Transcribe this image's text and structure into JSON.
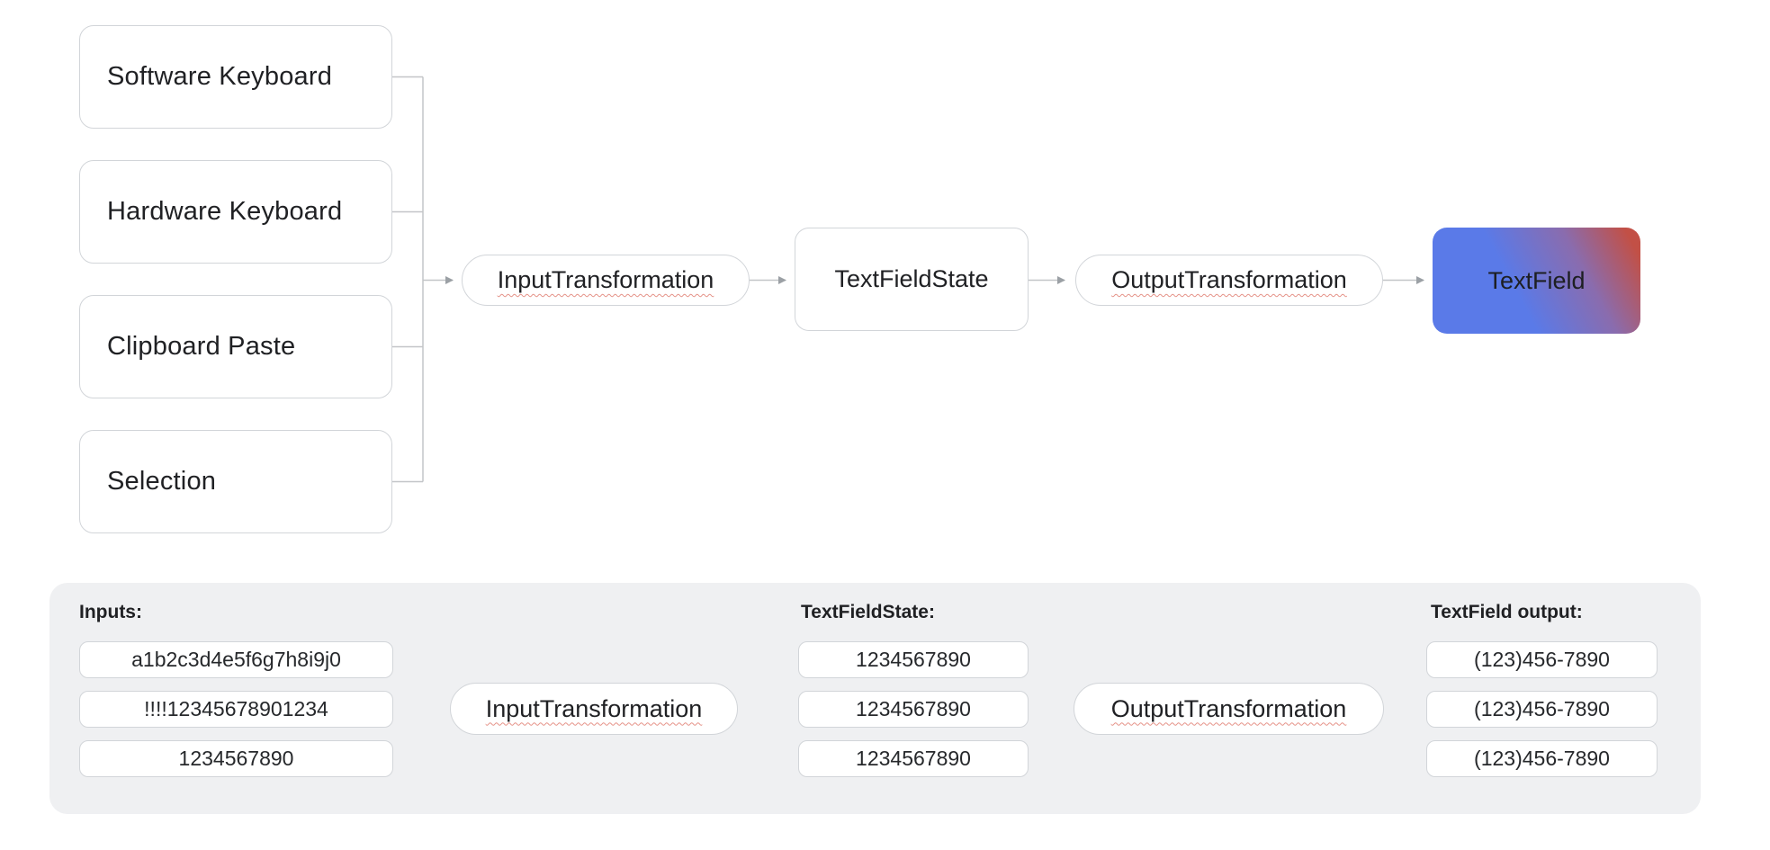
{
  "flow": {
    "sources": [
      "Software Keyboard",
      "Hardware Keyboard",
      "Clipboard Paste",
      "Selection"
    ],
    "input_transformation": "InputTransformation",
    "text_field_state": "TextFieldState",
    "output_transformation": "OutputTransformation",
    "text_field": "TextField"
  },
  "example": {
    "inputs_label": "Inputs:",
    "inputs": [
      "a1b2c3d4e5f6g7h8i9j0",
      "!!!!12345678901234",
      "1234567890"
    ],
    "input_transformation": "InputTransformation",
    "state_label": "TextFieldState:",
    "states": [
      "1234567890",
      "1234567890",
      "1234567890"
    ],
    "output_transformation": "OutputTransformation",
    "output_label": "TextField output:",
    "outputs": [
      "(123)456-7890",
      "(123)456-7890",
      "(123)456-7890"
    ]
  },
  "colors": {
    "panel_background": "#eff0f2",
    "node_border": "#d2d5d9",
    "connector_line": "#c3c5c8",
    "arrowhead": "#9ba0a5",
    "squiggle_underline": "#e59288",
    "text": "#202124",
    "textfield_gradient_blue": "#5a7ae8",
    "textfield_gradient_purple": "#8a6cae",
    "textfield_gradient_red": "#c25046"
  }
}
